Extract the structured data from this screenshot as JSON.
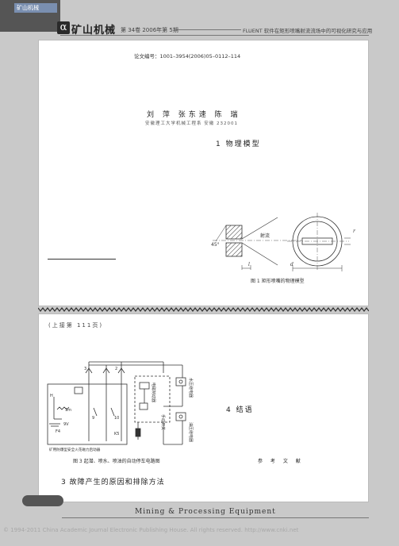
{
  "header": {
    "logo_badge": "矿山机械",
    "logo_mark": "α",
    "journal_name": "矿山机械",
    "issue": "第 34卷   2006年第 5期",
    "running_title": "FLUENT 软件在矩形喷嘴射流流场中的可视化研究与应用"
  },
  "page1": {
    "article_no": "论文编号：1001–3954(2006)05–0112–114",
    "authors": "刘  萍  张东速  陈  瑞",
    "affiliation": "安徽理工大学机械工程系   安徽   232001",
    "section1": "1  物理模型",
    "fig1": {
      "angle": "45°",
      "jet_label": "射流",
      "l_label": "l",
      "d_label": "d",
      "r_label": "r",
      "caption": "图 1   矩形喷嘴的物理模型"
    }
  },
  "page2": {
    "continued": "(上接第  111页)",
    "fig3": {
      "label_2": "2",
      "label_3": "3",
      "label_h": "H",
      "label_1m": "1m",
      "label_9": "9",
      "label_10": "10",
      "label_k5": "K5",
      "label_f4": "F4",
      "label_9v": "9V",
      "label_power": "电磁制动器",
      "label_hand": "手动开关",
      "label_water": "水压继电器",
      "label_oil": "油压继电器",
      "starter_caption": "矿用防爆型安全火花磁力启动器",
      "caption": "图 3   起潜、喷水、喷油的自动停车电路图"
    },
    "section4": "4  结语",
    "references": "参  考  文  献",
    "section3": "3  故障产生的原因和排除方法"
  },
  "footer": {
    "journal_en": "Mining & Processing Equipment",
    "copyright": "© 1994-2011 China Academic Journal Electronic Publishing House. All rights reserved.    http://www.cnki.net"
  }
}
